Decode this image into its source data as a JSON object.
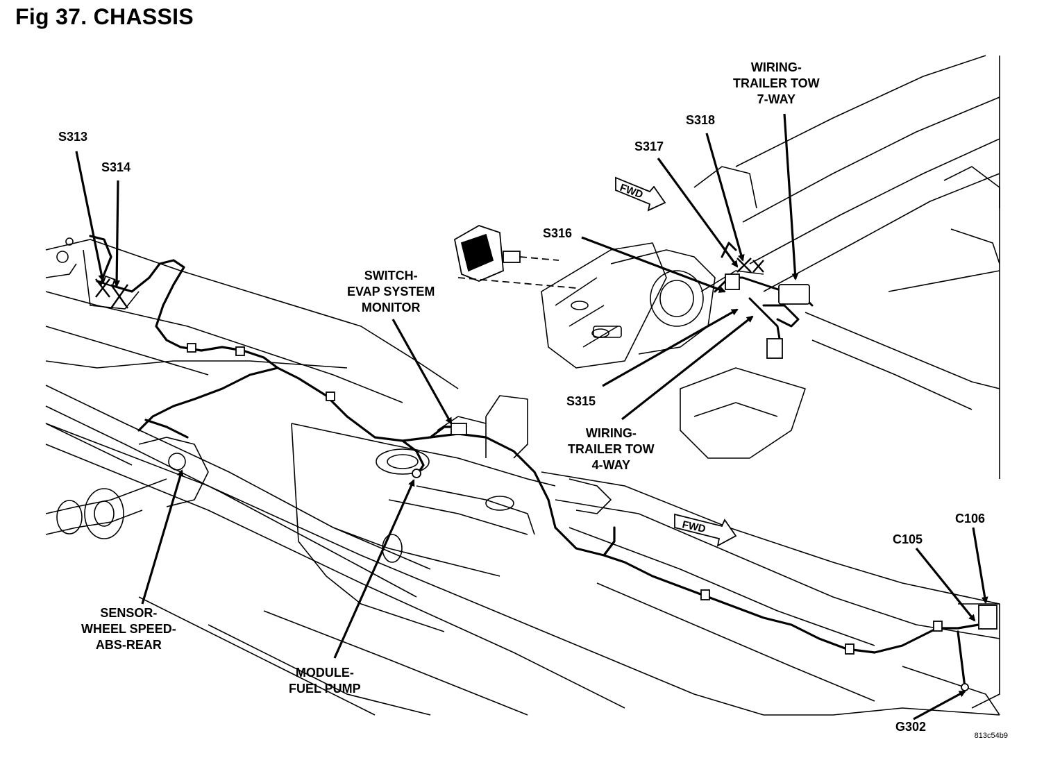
{
  "title": "Fig 37. CHASSIS",
  "image_code": "813c54b9",
  "fwd_label": "FWD",
  "callouts": {
    "s313": [
      "S313"
    ],
    "s314": [
      "S314"
    ],
    "evap": [
      "SWITCH-",
      "EVAP SYSTEM",
      "MONITOR"
    ],
    "s316": [
      "S316"
    ],
    "s317": [
      "S317"
    ],
    "s318": [
      "S318"
    ],
    "tow7": [
      "WIRING-",
      "TRAILER TOW",
      "7-WAY"
    ],
    "s315": [
      "S315"
    ],
    "tow4": [
      "WIRING-",
      "TRAILER TOW",
      "4-WAY"
    ],
    "abs": [
      "SENSOR-",
      "WHEEL SPEED-",
      "ABS-REAR"
    ],
    "pump": [
      "MODULE-",
      "FUEL PUMP"
    ],
    "c106": [
      "C106"
    ],
    "c105": [
      "C105"
    ],
    "g302": [
      "G302"
    ]
  }
}
